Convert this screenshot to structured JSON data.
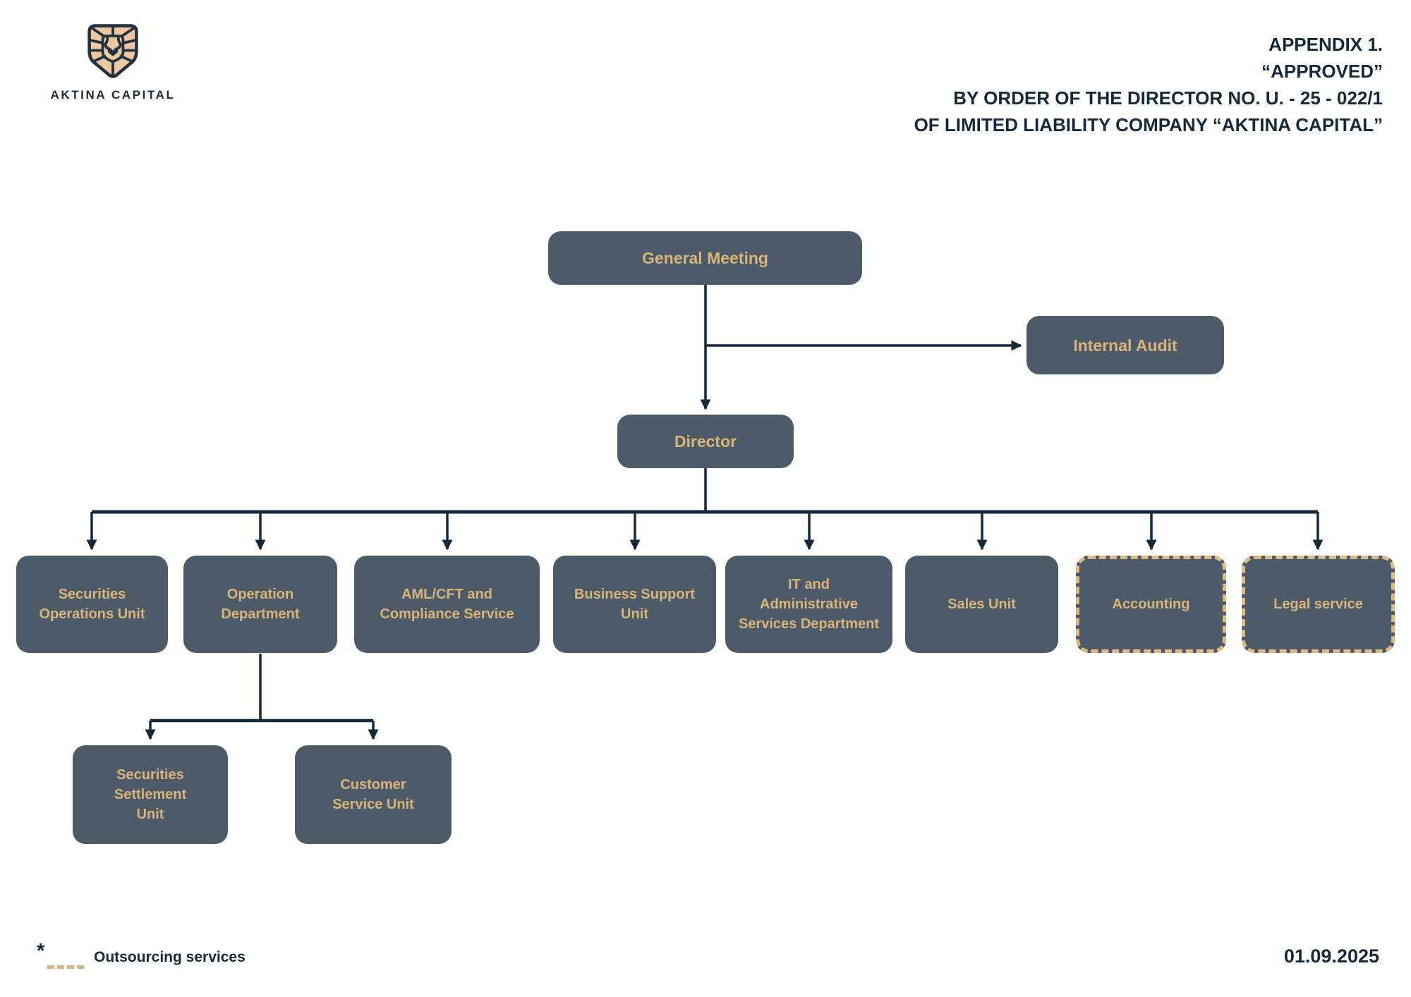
{
  "brand": {
    "name": "AKTINA CAPITAL",
    "icon": "lion-shield-icon"
  },
  "approval": {
    "lines": [
      "APPENDIX 1.",
      "“APPROVED”",
      "BY ORDER OF THE DIRECTOR NO. U. - 25 - 022/1",
      "OF LIMITED LIABILITY COMPANY “AKTINA CAPITAL”"
    ]
  },
  "org_chart": {
    "nodes": {
      "general_meeting": {
        "label": "General Meeting"
      },
      "internal_audit": {
        "label": "Internal Audit"
      },
      "director": {
        "label": "Director"
      },
      "securities_operations_unit": {
        "label": "Securities\nOperations Unit"
      },
      "operation_department": {
        "label": "Operation\nDepartment"
      },
      "aml_cft_compliance_service": {
        "label": "AML/CFT and\nCompliance Service"
      },
      "business_support_unit": {
        "label": "Business Support\nUnit"
      },
      "it_admin_services_department": {
        "label": "IT and\nAdministrative\nServices Department"
      },
      "sales_unit": {
        "label": "Sales Unit"
      },
      "accounting": {
        "label": "Accounting",
        "outsourced": true
      },
      "legal_service": {
        "label": "Legal service",
        "outsourced": true
      },
      "securities_settlement_unit": {
        "label": "Securities\nSettlement\nUnit"
      },
      "customer_service_unit": {
        "label": "Customer\nService Unit"
      }
    },
    "edges": [
      {
        "from": "general_meeting",
        "to": "internal_audit"
      },
      {
        "from": "general_meeting",
        "to": "director"
      },
      {
        "from": "director",
        "to": "securities_operations_unit"
      },
      {
        "from": "director",
        "to": "operation_department"
      },
      {
        "from": "director",
        "to": "aml_cft_compliance_service"
      },
      {
        "from": "director",
        "to": "business_support_unit"
      },
      {
        "from": "director",
        "to": "it_admin_services_department"
      },
      {
        "from": "director",
        "to": "sales_unit"
      },
      {
        "from": "director",
        "to": "accounting"
      },
      {
        "from": "director",
        "to": "legal_service"
      },
      {
        "from": "operation_department",
        "to": "securities_settlement_unit"
      },
      {
        "from": "operation_department",
        "to": "customer_service_unit"
      }
    ]
  },
  "legend": {
    "marker": "*",
    "line_style": "gold-dashed",
    "label": "Outsourcing services"
  },
  "date": "01.09.2025",
  "colors": {
    "node_fill": "#4d5a67",
    "node_text_gold": "#d9b47b",
    "line_navy": "#15293d",
    "outsourced_dash_gold": "#dcba82",
    "logo_tan": "#ecc9a1"
  }
}
